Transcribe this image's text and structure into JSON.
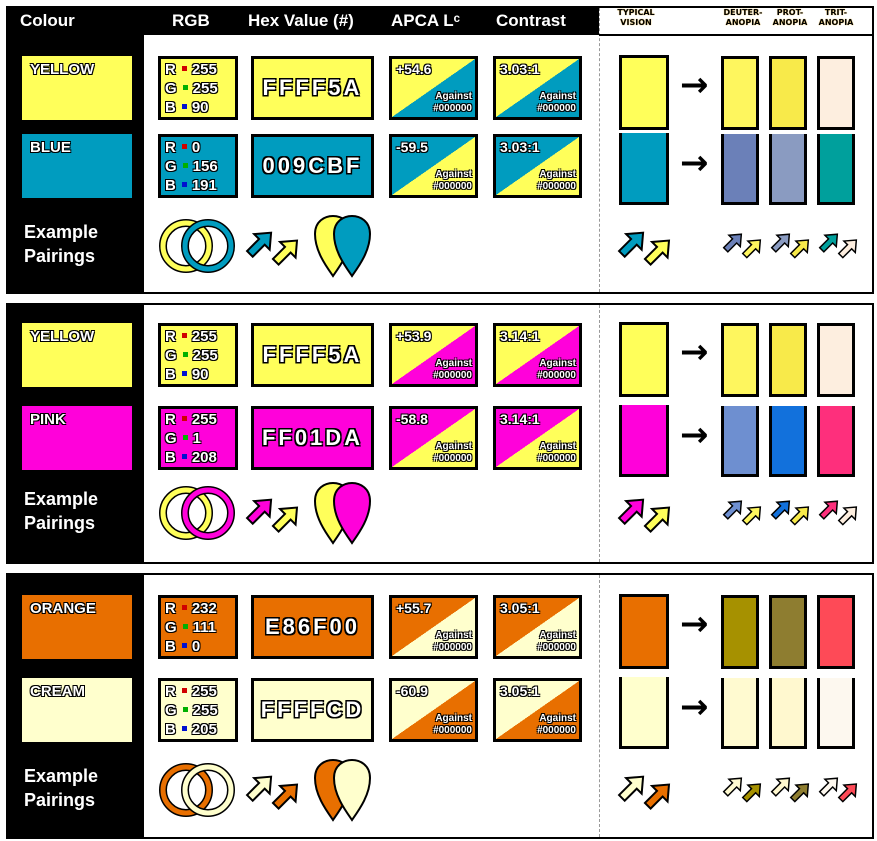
{
  "headers": {
    "colour": "Colour",
    "rgb": "RGB",
    "hex": "Hex Value (#)",
    "apca": "APCA Lᶜ",
    "contrast": "Contrast",
    "typical": [
      "TYPICAL",
      "VISION"
    ],
    "deut": [
      "DEUTER-",
      "ANOPIA"
    ],
    "prot": [
      "PROT-",
      "ANOPIA"
    ],
    "trit": [
      "TRIT-",
      "ANOPIA"
    ]
  },
  "pairings_label": [
    "Example",
    "Pairings"
  ],
  "against": [
    "Against",
    "#000000"
  ],
  "arrow_glyph": "→",
  "panels": [
    {
      "colors": [
        {
          "name": "YELLOW",
          "hex": "FFFF5A",
          "color": "#ffff5a",
          "r": "255",
          "g": "255",
          "b": "90",
          "apca": "+54.6",
          "contrast": "3.03:1",
          "sim": {
            "deut": "#fef65e",
            "prot": "#f8ea4a",
            "trit": "#fdeedf"
          }
        },
        {
          "name": "BLUE",
          "hex": "009CBF",
          "color": "#009cbf",
          "r": "0",
          "g": "156",
          "b": "191",
          "apca": "-59.5",
          "contrast": "3.03:1",
          "sim": {
            "deut": "#6b80b8",
            "prot": "#8a9bc1",
            "trit": "#00a09c"
          }
        }
      ]
    },
    {
      "colors": [
        {
          "name": "YELLOW",
          "hex": "FFFF5A",
          "color": "#ffff5a",
          "r": "255",
          "g": "255",
          "b": "90",
          "apca": "+53.9",
          "contrast": "3.14:1",
          "sim": {
            "deut": "#fef65e",
            "prot": "#f8ea4a",
            "trit": "#fdeedf"
          }
        },
        {
          "name": "PINK",
          "hex": "FF01DA",
          "color": "#ff01da",
          "r": "255",
          "g": "1",
          "b": "208",
          "apca": "-58.8",
          "contrast": "3.14:1",
          "sim": {
            "deut": "#6e8fd0",
            "prot": "#1271dc",
            "trit": "#fe2f7c"
          }
        }
      ]
    },
    {
      "colors": [
        {
          "name": "ORANGE",
          "hex": "E86F00",
          "color": "#e86f00",
          "r": "232",
          "g": "111",
          "b": "0",
          "apca": "+55.7",
          "contrast": "3.05:1",
          "sim": {
            "deut": "#a69100",
            "prot": "#8e7d30",
            "trit": "#fe4a57"
          }
        },
        {
          "name": "CREAM",
          "hex": "FFFFCD",
          "color": "#ffffcd",
          "r": "255",
          "g": "255",
          "b": "205",
          "apca": "-60.9",
          "contrast": "3.05:1",
          "sim": {
            "deut": "#fffad0",
            "prot": "#fff8cf",
            "trit": "#fdf8ef"
          }
        }
      ]
    }
  ]
}
